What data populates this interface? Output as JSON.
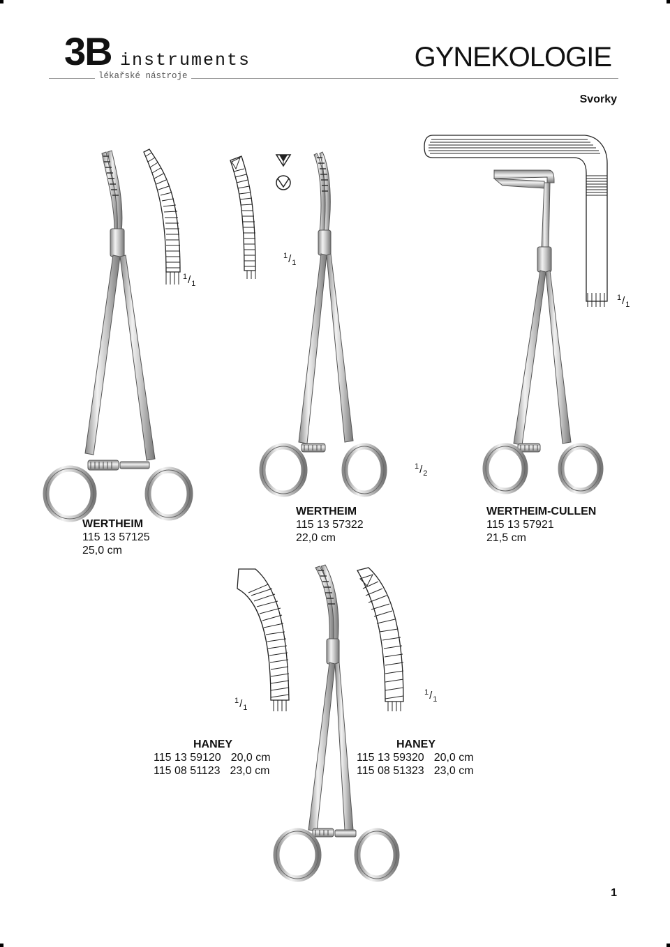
{
  "brand": {
    "mark": "3B",
    "name": "instruments",
    "tagline": "lékařské nástroje"
  },
  "page_title": "GYNEKOLOGIE",
  "section": "Svorky",
  "scales": {
    "s1": "1",
    "s1d": "1",
    "half_n": "1",
    "half_d": "2"
  },
  "products": [
    {
      "name": "WERTHEIM",
      "code": "115 13 57125",
      "length": "25,0 cm"
    },
    {
      "name": "WERTHEIM",
      "code": "115 13 57322",
      "length": "22,0 cm"
    },
    {
      "name": "WERTHEIM-CULLEN",
      "code": "115 13 57921",
      "length": "21,5 cm"
    },
    {
      "name": "HANEY",
      "rows": [
        {
          "code": "115 13 59120",
          "length": "20,0 cm"
        },
        {
          "code": "115 08 51123",
          "length": "23,0 cm"
        }
      ]
    },
    {
      "name": "HANEY",
      "rows": [
        {
          "code": "115 13 59320",
          "length": "20,0 cm"
        },
        {
          "code": "115 08 51323",
          "length": "23,0 cm"
        }
      ]
    }
  ],
  "page_number": "1",
  "icons": [
    "forceps-illustration",
    "jaw-detail-illustration",
    "cross-section-icon"
  ]
}
